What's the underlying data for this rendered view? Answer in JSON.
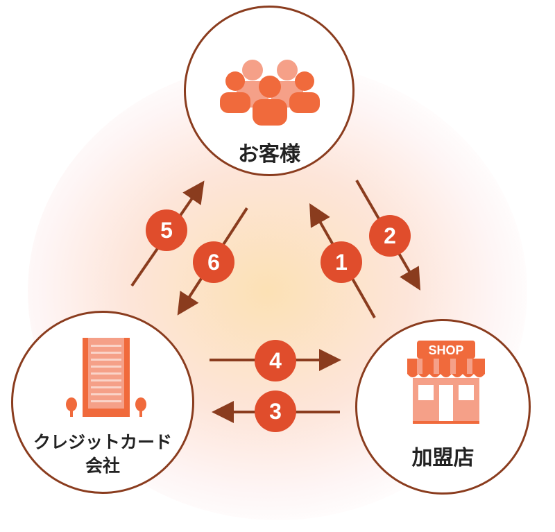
{
  "nodes": {
    "customer": {
      "label": "お客様"
    },
    "card_company": {
      "label_line1": "クレジットカード",
      "label_line2": "会社"
    },
    "shop": {
      "label": "加盟店",
      "sign": "SHOP"
    }
  },
  "steps": [
    "1",
    "2",
    "3",
    "4",
    "5",
    "6"
  ],
  "colors": {
    "arrow": "#8a3c1e",
    "badge": "#e04d2c",
    "icon": "#f06a3c",
    "icon_light": "#f5a088",
    "border": "#8a3c1e"
  },
  "icons": {
    "customer": "people-group-icon",
    "card_company": "building-icon",
    "shop": "storefront-icon"
  }
}
